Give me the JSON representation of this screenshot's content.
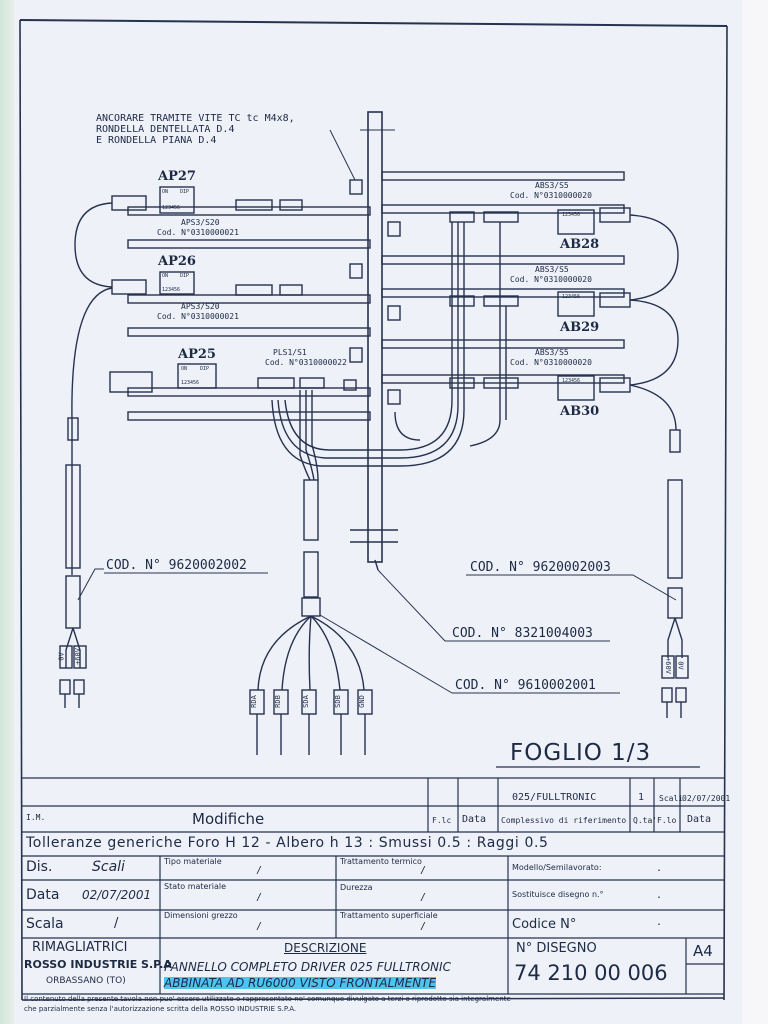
{
  "drawing": {
    "note_lines": [
      "ANCORARE TRAMITE VITE TC tc M4x8,",
      "RONDELLA DENTELLATA D.4",
      "E RONDELLA PIANA D.4"
    ],
    "boards_left": [
      {
        "label": "AP27",
        "card": "APS3/S20",
        "code": "Cod. N°0310000021"
      },
      {
        "label": "AP26",
        "card": "APS3/S20",
        "code": "Cod. N°0310000021"
      },
      {
        "label": "AP25",
        "card": "PLS1/S1",
        "code": "Cod. N°0310000022"
      }
    ],
    "boards_right": [
      {
        "label": "AB28",
        "card": "ABS3/S5",
        "code": "Cod. N°0310000020"
      },
      {
        "label": "AB29",
        "card": "ABS3/S5",
        "code": "Cod. N°0310000020"
      },
      {
        "label": "AB30",
        "card": "ABS3/S5",
        "code": "Cod. N°0310000020"
      }
    ],
    "dip_text": {
      "on": "ON",
      "dip": "DIP",
      "nums": "123456"
    },
    "codes": {
      "left_cable": "COD. N° 9620002002",
      "right_cable": "COD. N° 9620002003",
      "bar": "COD. N° 8321004003",
      "harness": "COD. N° 9610002001"
    },
    "left_connector_tags": [
      "0V",
      "+60V"
    ],
    "right_connector_tags": [
      "+60V",
      "0V"
    ],
    "harness_tags": [
      "RDA",
      "RDB",
      "SDA",
      "SDB",
      "GND"
    ],
    "sheet": "FOGLIO 1/3"
  },
  "title_block": {
    "assembly": "025/FULLTRONIC",
    "qty": "1",
    "scali": "Scali",
    "date_small": "02/07/2001",
    "im": "I.M.",
    "modifiche": "Modifiche",
    "flc": "F.lc",
    "data": "Data",
    "complessivo": "Complessivo di riferimento",
    "qta": "Q.ta'",
    "flo": "F.lo",
    "data2": "Data",
    "tolleranze": "Tolleranze generiche Foro H 12 - Albero h 13 : Smussi 0.5 : Raggi 0.5",
    "dis_label": "Dis.",
    "dis_value": "Scali",
    "data_label": "Data",
    "data_value": "02/07/2001",
    "scala_label": "Scala",
    "scala_value": "/",
    "tipo_materiale": "Tipo materiale",
    "stato_materiale": "Stato materiale",
    "dimensioni_grezzo": "Dimensioni grezzo",
    "trattamento_termico": "Trattamento termico",
    "durezza": "Durezza",
    "trattamento_superficiale": "Trattamento superficiale",
    "slash": "/",
    "modello": "Modello/Semilavorato:",
    "sostituisce": "Sostituisce disegno n.°",
    "codice": "Codice N°",
    "dot": ".",
    "company_1": "RIMAGLIATRICI",
    "company_2": "ROSSO INDUSTRIE S.P.A",
    "company_3": "ORBASSANO (TO)",
    "descrizione_label": "DESCRIZIONE",
    "descrizione_1": "PANNELLO COMPLETO DRIVER 025 FULLTRONIC",
    "descrizione_2": "ABBINATA AD RU6000 VISTO FRONTALMENTE",
    "disegno_label": "N° DISEGNO",
    "disegno_number": "74 210 00 006",
    "format": "A4",
    "footer_1": "Il contenuto della presente tavola non puo' essere utilizzato o rappresentato ne' comunque divulgato a terzi o riprodotto sia integralmente",
    "footer_2": "che parzialmente senza l'autorizzazione scritta della ROSSO INDUSTRIE S.P.A."
  }
}
